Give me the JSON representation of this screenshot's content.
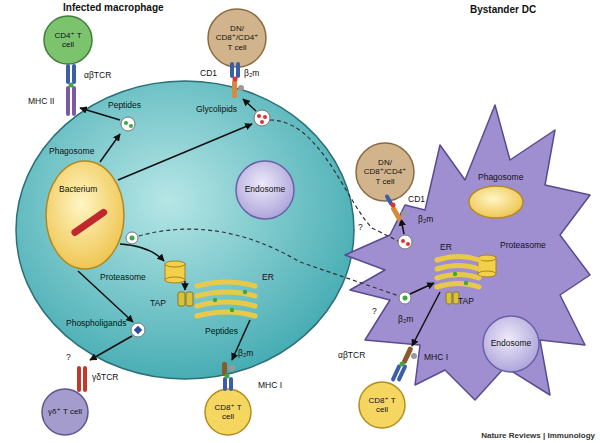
{
  "diagram": {
    "nodes": [
      {
        "text": [
          "Infected macrophage"
        ]
      },
      {
        "text": [
          "CD4⁺ T cell"
        ]
      },
      {
        "text": [
          "DN/ CD8⁺/CD4⁺ T cell"
        ]
      },
      {
        "text": [
          "Phagosome",
          "Bacterium"
        ],
        "in": 0
      },
      {
        "text": [
          "Endosome"
        ],
        "in": 0
      },
      {
        "text": [
          "γδ⁺ T cell"
        ]
      },
      {
        "text": [
          "CD8⁺ T cell"
        ]
      },
      {
        "text": [
          "Bystander DC"
        ]
      },
      {
        "text": [
          "DN/ CD8⁺/CD4⁺ T cell"
        ]
      },
      {
        "text": [
          "Phagosome"
        ],
        "in": 7
      },
      {
        "text": [
          "Endosome"
        ],
        "in": 7
      },
      {
        "text": [
          "CD8⁺ T cell"
        ]
      }
    ],
    "labels": [
      "αβTCR",
      "MHC II",
      "Peptides",
      "CD1",
      "β₂m",
      "Glycolipids",
      "Proteasome",
      "ER",
      "TAP",
      "Peptides",
      "Phospholigands",
      "?",
      "γδTCR",
      "β₂m",
      "MHC I",
      "CD1",
      "β₂m",
      "?",
      "ER",
      "Proteasome",
      "TAP",
      "?",
      "β₂m",
      "MHC I",
      "αβTCR",
      "Nature Reviews | Immunology"
    ]
  }
}
